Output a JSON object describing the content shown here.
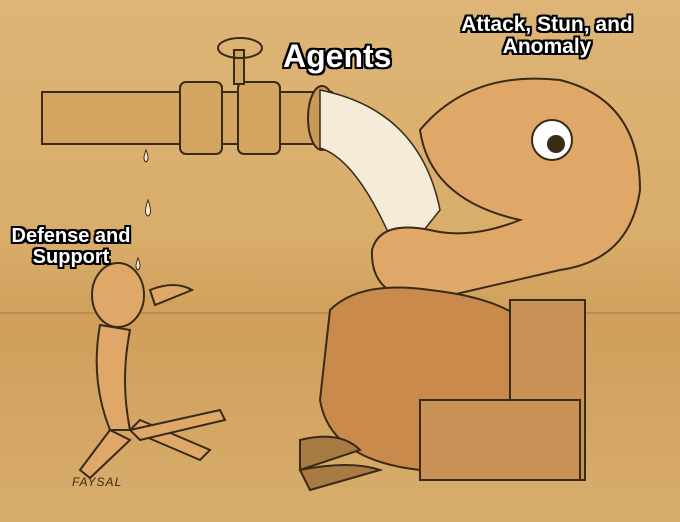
{
  "labels": {
    "agents": "Agents",
    "attack": "Attack, Stun, and\nAnomaly",
    "attack_line1": "Attack, Stun, and",
    "attack_line2": "Anomaly",
    "defense_line1": "Defense and",
    "defense_line2": "Support"
  },
  "signature": "FAYSAL",
  "colors": {
    "background": "#d9ad6a",
    "pipe": "#d4a561",
    "skin": "#e0a868",
    "water": "#f4ecd8",
    "outline": "#3a2a18"
  }
}
